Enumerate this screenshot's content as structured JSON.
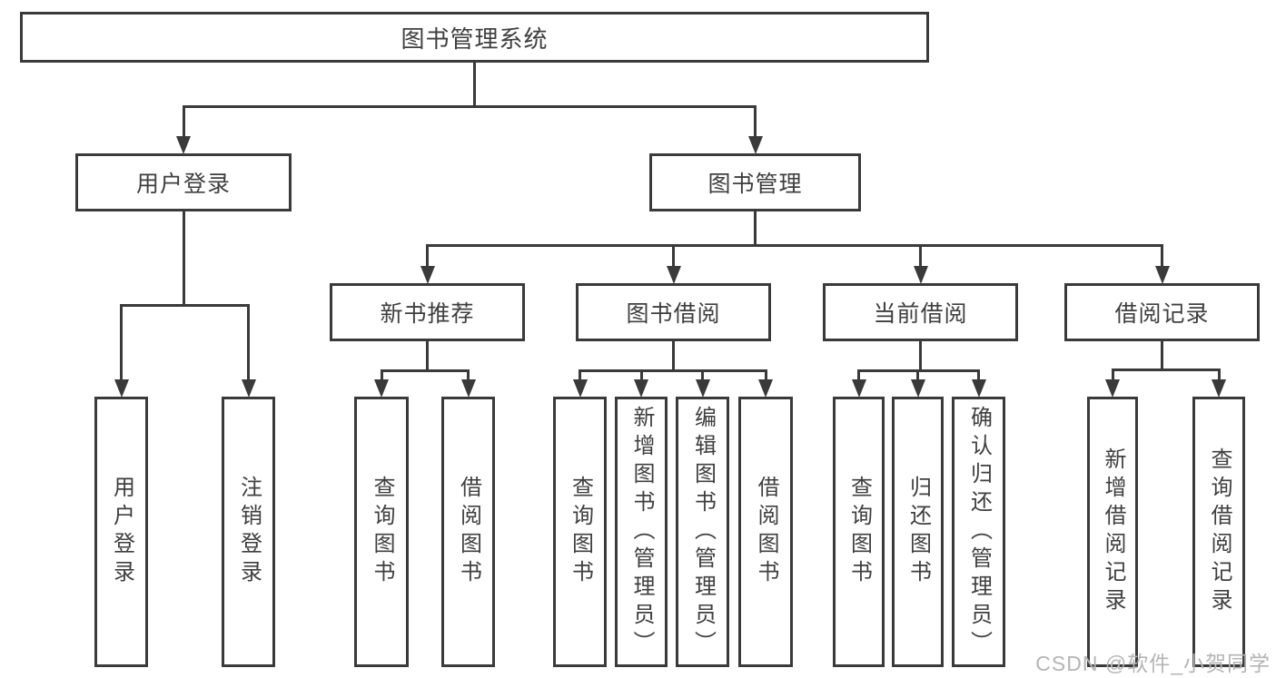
{
  "diagram": {
    "background": "#ffffff",
    "line_color": "#3a3a3a",
    "text_color": "#3f3f3f",
    "watermark": {
      "text": "CSDN @软件_小贺同学",
      "color": "#b5b5b5"
    },
    "nodes": [
      {
        "id": "root",
        "label": "图书管理系统",
        "level": 1,
        "vertical": false
      },
      {
        "id": "user-login",
        "label": "用户登录",
        "level": 2,
        "vertical": false
      },
      {
        "id": "book-management",
        "label": "图书管理",
        "level": 2,
        "vertical": false
      },
      {
        "id": "new-book-recommend",
        "label": "新书推荐",
        "level": 3,
        "vertical": false
      },
      {
        "id": "book-borrowing",
        "label": "图书借阅",
        "level": 3,
        "vertical": false
      },
      {
        "id": "current-borrowing",
        "label": "当前借阅",
        "level": 3,
        "vertical": false
      },
      {
        "id": "borrowing-records",
        "label": "借阅记录",
        "level": 3,
        "vertical": false
      },
      {
        "id": "leaf-user-login",
        "label": "用户登录",
        "level": 4,
        "vertical": true
      },
      {
        "id": "leaf-logout",
        "label": "注销登录",
        "level": 4,
        "vertical": true
      },
      {
        "id": "leaf-rec-search-book",
        "label": "查询图书",
        "level": 4,
        "vertical": true
      },
      {
        "id": "leaf-rec-borrow-book",
        "label": "借阅图书",
        "level": 4,
        "vertical": true
      },
      {
        "id": "leaf-bor-search-book",
        "label": "查询图书",
        "level": 4,
        "vertical": true
      },
      {
        "id": "leaf-bor-add-book",
        "label": "新增图书（管理员）",
        "level": 4,
        "vertical": true
      },
      {
        "id": "leaf-bor-edit-book",
        "label": "编辑图书（管理员）",
        "level": 4,
        "vertical": true
      },
      {
        "id": "leaf-bor-borrow-book",
        "label": "借阅图书",
        "level": 4,
        "vertical": true
      },
      {
        "id": "leaf-cur-search-book",
        "label": "查询图书",
        "level": 4,
        "vertical": true
      },
      {
        "id": "leaf-cur-return-book",
        "label": "归还图书",
        "level": 4,
        "vertical": true
      },
      {
        "id": "leaf-cur-confirm-return",
        "label": "确认归还（管理员）",
        "level": 4,
        "vertical": true
      },
      {
        "id": "leaf-add-borrow-record",
        "label": "新增借阅记录",
        "level": 4,
        "vertical": true
      },
      {
        "id": "leaf-search-borrow-record",
        "label": "查询借阅记录",
        "level": 4,
        "vertical": true
      }
    ],
    "edges": [
      {
        "from": "root",
        "to": [
          "user-login",
          "book-management"
        ]
      },
      {
        "from": "user-login",
        "to": [
          "leaf-user-login",
          "leaf-logout"
        ]
      },
      {
        "from": "book-management",
        "to": [
          "new-book-recommend",
          "book-borrowing",
          "current-borrowing",
          "borrowing-records"
        ]
      },
      {
        "from": "new-book-recommend",
        "to": [
          "leaf-rec-search-book",
          "leaf-rec-borrow-book"
        ]
      },
      {
        "from": "book-borrowing",
        "to": [
          "leaf-bor-search-book",
          "leaf-bor-add-book",
          "leaf-bor-edit-book",
          "leaf-bor-borrow-book"
        ]
      },
      {
        "from": "current-borrowing",
        "to": [
          "leaf-cur-search-book",
          "leaf-cur-return-book",
          "leaf-cur-confirm-return"
        ]
      },
      {
        "from": "borrowing-records",
        "to": [
          "leaf-add-borrow-record",
          "leaf-search-borrow-record"
        ]
      }
    ]
  }
}
